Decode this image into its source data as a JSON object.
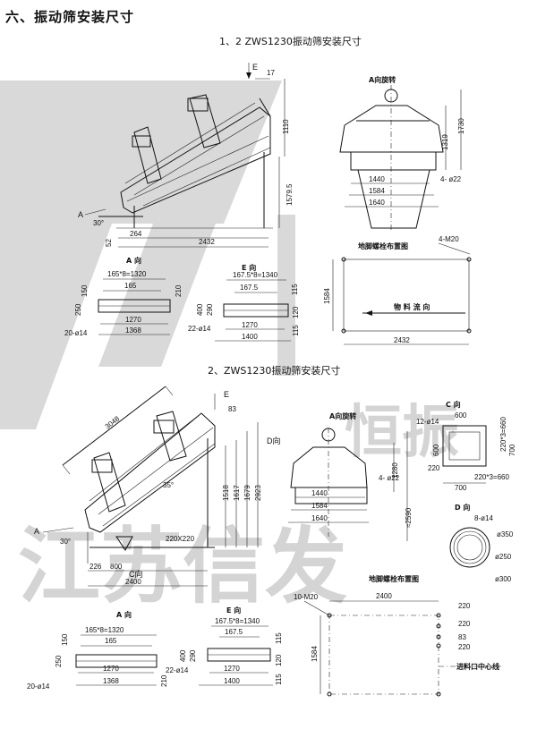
{
  "page": {
    "heading": "六、振动筛安装尺寸",
    "section1_title": "1、2 ZWS1230振动筛安装尺寸",
    "section2_title": "2、ZWS1230振动筛安装尺寸",
    "watermark_top": "恒振",
    "watermark_bottom": "江苏信发"
  },
  "d1": {
    "E": "E",
    "d17": "17",
    "d1110": "1110",
    "d1579": "1579.5",
    "A": "A",
    "ang30": "30°",
    "d52": "52",
    "d264": "264",
    "d2432": "2432"
  },
  "d1_front": {
    "title": "A向旋转",
    "d1319": "1319",
    "d1730": "1730",
    "d1440": "1440",
    "d1584": "1584",
    "d1640": "1640",
    "bolt": "4- ø22"
  },
  "d1_A": {
    "title": "A 向",
    "d165x8": "165*8=1320",
    "d165": "165",
    "d150": "150",
    "d210": "210",
    "d250": "250",
    "d1270": "1270",
    "d1368": "1368",
    "holes": "20-ø14"
  },
  "d1_E": {
    "title": "E 向",
    "d1675x8": "167.5*8=1340",
    "d1675": "167.5",
    "d115": "115",
    "d400": "400",
    "d290": "290",
    "d120": "120",
    "d115b": "115",
    "d1270": "1270",
    "d1400": "1400",
    "holes": "22-ø14"
  },
  "d1_plan": {
    "title": "地脚螺栓布置图",
    "bolts": "4-M20",
    "flow": "物 料 流 向",
    "d1584": "1584",
    "d2432": "2432"
  },
  "d2": {
    "d3048": "3048",
    "E": "E",
    "d83": "83",
    "Dview": "D向",
    "d1518": "1518",
    "d1617": "1617",
    "d1679": "1679",
    "d2923": "2923",
    "ang35": "35°",
    "ang30": "30°",
    "A": "A",
    "d220x220": "220X220",
    "Cview": "C向",
    "d226": "226",
    "d800": "800",
    "d2400": "2400"
  },
  "d2_front": {
    "title": "A向旋转",
    "d1280": "1280",
    "d2590": "≈2590",
    "bolt": "4- ø22",
    "d1440": "1440",
    "d1584": "1584",
    "d1640": "1640"
  },
  "d2_C": {
    "title": "C 向",
    "holes": "12-ø14",
    "d600": "600",
    "d220x3": "220*3=660",
    "d600v": "600",
    "d700v": "700",
    "d220": "220",
    "d700": "700",
    "d220x3b": "220*3=660"
  },
  "d2_D": {
    "title": "D 向",
    "holes": "8-ø14",
    "d350": "ø350",
    "d250": "ø250",
    "d300": "ø300"
  },
  "d2_A": {
    "title": "A 向",
    "d165x8": "165*8=1320",
    "d165": "165",
    "d150": "150",
    "d210": "210",
    "d250": "250",
    "d1270": "1270",
    "d1368": "1368",
    "holes": "20-ø14"
  },
  "d2_E": {
    "title": "E 向",
    "d1675x8": "167.5*8=1340",
    "d1675": "167.5",
    "d115": "115",
    "d400": "400",
    "d290": "290",
    "d120": "120",
    "d115b": "115",
    "d1270": "1270",
    "d1400": "1400",
    "holes": "22-ø14"
  },
  "d2_plan": {
    "title": "地脚螺栓布置图",
    "d2400": "2400",
    "bolts": "10-M20",
    "d220a": "220",
    "d220b": "220",
    "d83": "83",
    "d220c": "220",
    "d1584": "1584",
    "inlet": "进料口中心线"
  }
}
